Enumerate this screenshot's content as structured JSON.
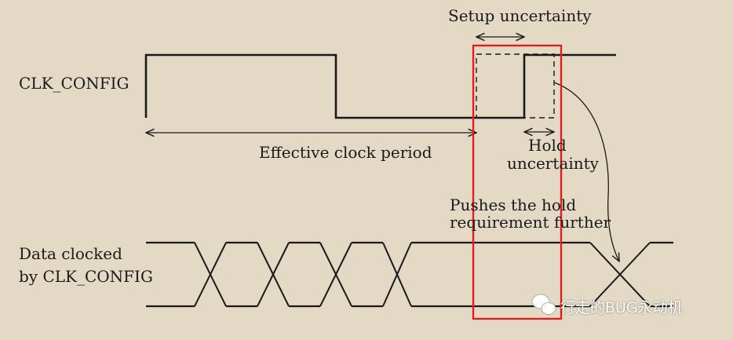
{
  "labels": {
    "setup_uncertainty": "Setup uncertainty",
    "clk_config": "CLK_CONFIG",
    "effective_clock_period": "Effective clock period",
    "hold_line1": "Hold",
    "hold_line2": "uncertainty",
    "pushes_line1": "Pushes the hold",
    "pushes_line2": "requirement further",
    "data_line1": "Data clocked",
    "data_line2": "by CLK_CONFIG"
  },
  "watermark": "行走的BUG永动机",
  "colors": {
    "background": "#e3d9c4",
    "waveform": "#1a1a1a",
    "highlight_box": "#e0201c"
  }
}
